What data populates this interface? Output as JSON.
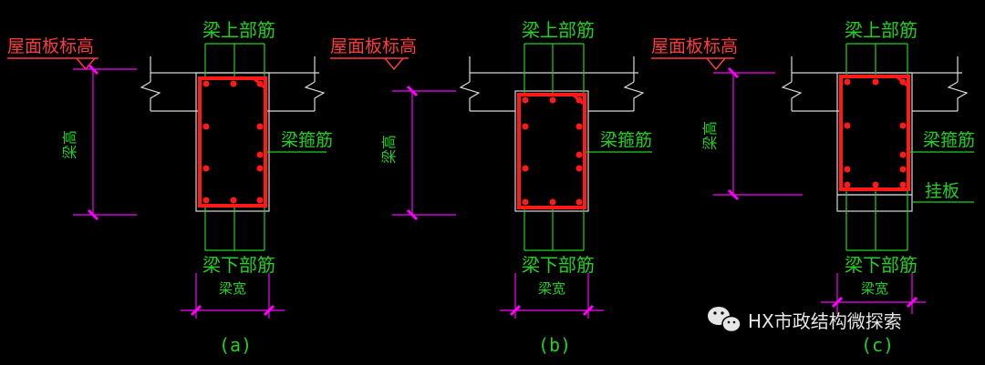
{
  "labels": {
    "slab_elevation": "屋面板标高",
    "beam_top_bars": "梁上部筋",
    "beam_bottom_bars": "梁下部筋",
    "stirrup": "梁箍筋",
    "beam_height": "梁高",
    "beam_width": "梁宽",
    "hanging_slab": "挂板"
  },
  "panels": [
    {
      "id": "a",
      "caption": "(a)"
    },
    {
      "id": "b",
      "caption": "(b)"
    },
    {
      "id": "c",
      "caption": "(c)"
    }
  ],
  "watermark": {
    "text": "HX市政结构微探索",
    "icon": "wechat-icon"
  },
  "colors": {
    "background": "#000000",
    "label_green": "#1fd21f",
    "dimension_magenta": "#ff00ff",
    "rebar_red": "#ff1a1a",
    "outline_white": "#d8d8d8",
    "slab_label_underline": "#ff3b3b"
  }
}
